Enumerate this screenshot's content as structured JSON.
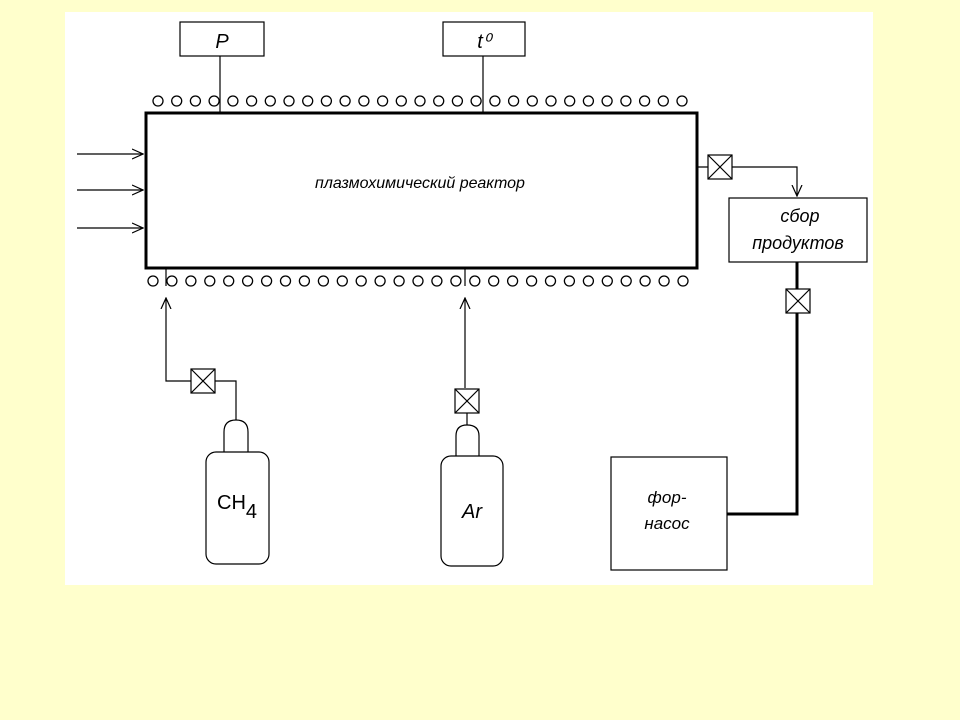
{
  "colors": {
    "slide_background": "#FFFFCC",
    "figure_background": "#FFFFFF",
    "ink": "#000000"
  },
  "diagram": {
    "reactor_label": "плазмохимический реактор",
    "pressure_gauge_label": "P",
    "temperature_gauge_label": "t⁰",
    "product_collector": {
      "line1": "сбор",
      "line2": "продуктов"
    },
    "vacuum_pump": {
      "line1": "фор-",
      "line2": "насос"
    },
    "cylinder_methane": {
      "base": "CH",
      "subscript": "4"
    },
    "cylinder_argon": "Ar"
  }
}
